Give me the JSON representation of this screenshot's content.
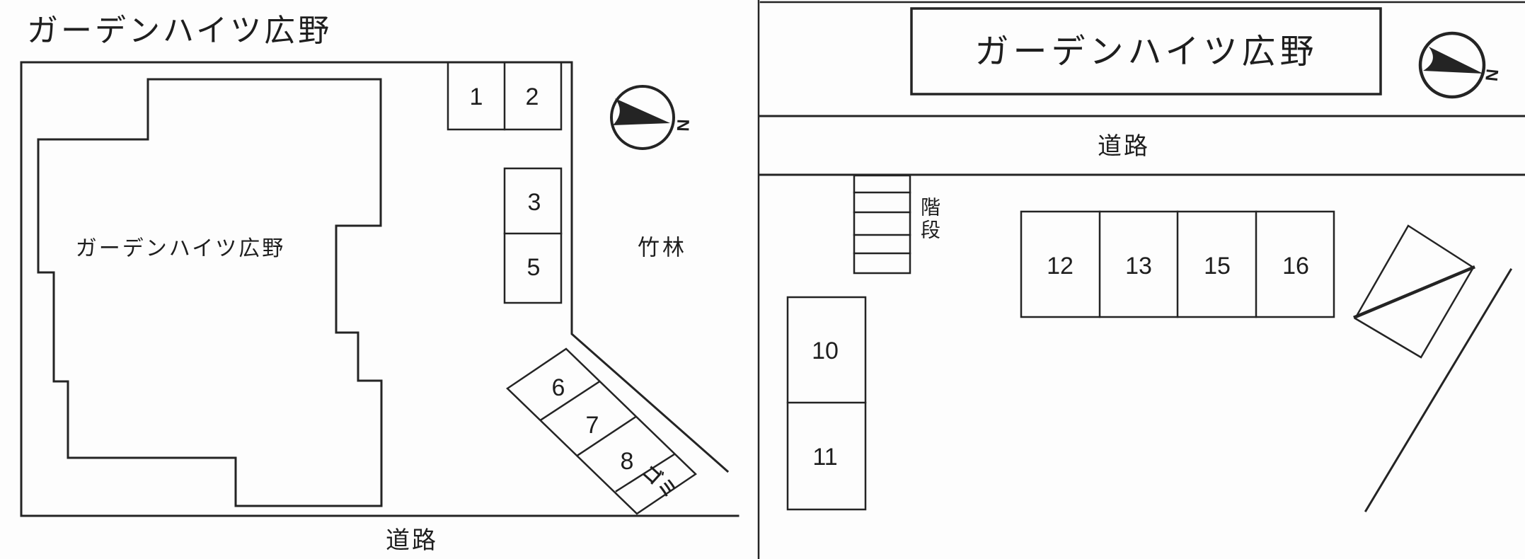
{
  "left": {
    "title": "ガーデンハイツ広野",
    "building_label": "ガーデンハイツ広野",
    "bamboo_label": "竹林",
    "road_label": "道路",
    "trash_label": "ゴミ",
    "compass_north": "N",
    "spaces": {
      "s1": "1",
      "s2": "2",
      "s3": "3",
      "s5": "5",
      "s6": "6",
      "s7": "7",
      "s8": "8"
    }
  },
  "right": {
    "title": "ガーデンハイツ広野",
    "road_label": "道路",
    "stairs_label": "階段",
    "compass_north": "N",
    "spaces": {
      "s10": "10",
      "s11": "11",
      "s12": "12",
      "s13": "13",
      "s15": "15",
      "s16": "16"
    }
  }
}
